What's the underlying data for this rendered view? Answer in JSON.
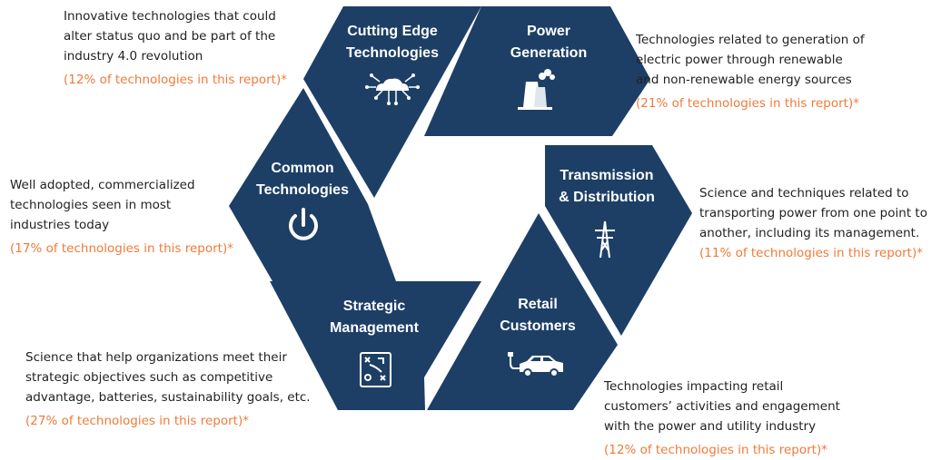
{
  "segments": [
    {
      "id": "cutting-edge",
      "title": [
        "Cutting Edge",
        "Technologies"
      ],
      "icon": "cloud-network-icon",
      "description": [
        "Innovative technologies that could",
        "alter status quo and be part of the",
        "industry 4.0 revolution"
      ],
      "share": "(12% of technologies in this report)*"
    },
    {
      "id": "power-generation",
      "title": [
        "Power",
        "Generation"
      ],
      "icon": "power-plant-icon",
      "description": [
        "Technologies related to generation of",
        "electric power through renewable",
        "and non-renewable energy sources"
      ],
      "share": "(21% of technologies in this report)*"
    },
    {
      "id": "transmission",
      "title": [
        "Transmission",
        "& Distribution"
      ],
      "icon": "transmission-tower-icon",
      "description": [
        "Science and techniques related to",
        "transporting power from one point to",
        "another, including its management."
      ],
      "share": "(11% of technologies in this report)*"
    },
    {
      "id": "retail",
      "title": [
        "Retail",
        "Customers"
      ],
      "icon": "electric-car-icon",
      "description": [
        "Technologies impacting retail",
        "customers’ activities and engagement",
        "with the power and utility industry"
      ],
      "share": "(12% of technologies in this report)*"
    },
    {
      "id": "strategic",
      "title": [
        "Strategic",
        "Management"
      ],
      "icon": "strategy-board-icon",
      "description": [
        "Science that help organizations meet their",
        "strategic objectives such as competitive",
        "advantage, batteries, sustainability goals, etc."
      ],
      "share": "(27% of technologies in this report)*"
    },
    {
      "id": "common",
      "title": [
        "Common",
        "Technologies"
      ],
      "icon": "power-button-icon",
      "description": [
        "Well adopted, commercialized",
        "technologies seen in most",
        "industries today"
      ],
      "share": "(17% of technologies in this report)*"
    }
  ],
  "colors": {
    "segment": "#1d3f66",
    "accent": "#f07a3a",
    "text": "#222222"
  }
}
